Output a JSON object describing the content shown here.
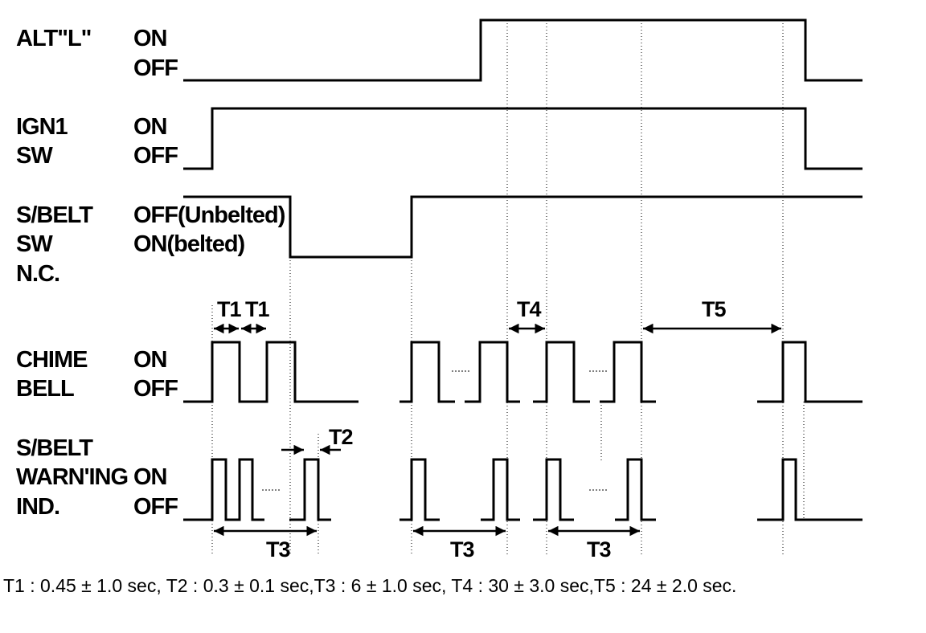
{
  "signals": {
    "alt": {
      "name": "ALT\"L\"",
      "on": "ON",
      "off": "OFF"
    },
    "ign": {
      "name1": "IGN1",
      "name2": "SW",
      "on": "ON",
      "off": "OFF"
    },
    "sbelt": {
      "name1": "S/BELT",
      "name2": "SW",
      "name3": "N.C.",
      "high": "OFF(Unbelted)",
      "low": "ON(belted)"
    },
    "chime": {
      "name1": "CHIME",
      "name2": "BELL",
      "on": "ON",
      "off": "OFF"
    },
    "warn": {
      "name1": "S/BELT",
      "name2": "WARN'ING",
      "name3": "IND.",
      "on": "ON",
      "off": "OFF"
    }
  },
  "timing_labels": {
    "t1a": "T1",
    "t1b": "T1",
    "t2": "T2",
    "t3a": "T3",
    "t3b": "T3",
    "t3c": "T3",
    "t4": "T4",
    "t5": "T5"
  },
  "footnote": "T1 : 0.45 ± 1.0 sec, T2 : 0.3 ± 0.1 sec,T3 : 6 ± 1.0 sec, T4 : 30 ± 3.0 sec,T5 : 24 ± 2.0 sec."
}
